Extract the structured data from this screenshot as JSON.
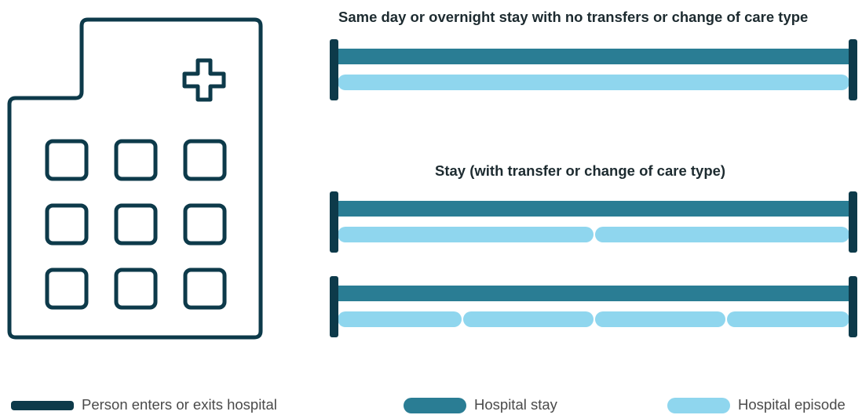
{
  "diagram": {
    "scenario_1": {
      "title": "Same day or overnight stay with no transfers or change of care type",
      "episodes": 1
    },
    "scenario_2": {
      "title": "Stay (with transfer or change of care type)",
      "examples": [
        {
          "episodes": 2
        },
        {
          "episodes": 4
        }
      ]
    },
    "legend": [
      {
        "label": "Person enters or exits hospital",
        "color": "#0d3a4a"
      },
      {
        "label": "Hospital stay",
        "color": "#2a7d94"
      },
      {
        "label": "Hospital episode",
        "color": "#8fd6ee"
      }
    ],
    "icon": "hospital-building-icon"
  }
}
